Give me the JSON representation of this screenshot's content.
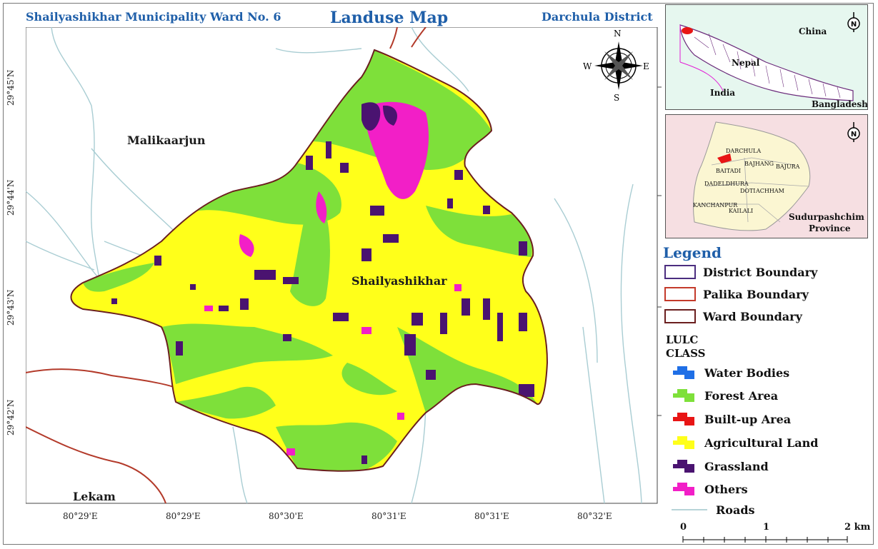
{
  "header": {
    "left_title": "Shailyashikhar Municipality Ward No. 6",
    "center_title": "Landuse Map",
    "right_title": "Darchula District"
  },
  "compass": {
    "n": "N",
    "s": "S",
    "e": "E",
    "w": "W"
  },
  "map_labels": {
    "malikaarjun": "Malikaarjun",
    "shailyashikhar": "Shailyashikhar",
    "lekam": "Lekam"
  },
  "latitude_ticks": [
    "29°45'N",
    "29°44'N",
    "29°43'N",
    "29°42'N"
  ],
  "longitude_ticks": [
    "80°29'E",
    "80°29'E",
    "80°30'E",
    "80°31'E",
    "80°31'E",
    "80°32'E"
  ],
  "inset_nepal": {
    "china": "China",
    "nepal": "Nepal",
    "india": "India",
    "bangladesh": "Bangladesh",
    "north_symbol": "N"
  },
  "inset_province": {
    "districts": [
      "DARCHULA",
      "BAITADI",
      "BAJHANG",
      "BAJURA",
      "DADELDHURA",
      "DOTI",
      "ACHHAM",
      "KANCHANPUR",
      "KAILALI"
    ],
    "province_line1": "Sudurpashchim",
    "province_line2": "Province",
    "north_symbol": "N"
  },
  "legend": {
    "title": "Legend",
    "boundaries": [
      {
        "label": "District Boundary",
        "color": "#4b2d7f"
      },
      {
        "label": "Palika Boundary",
        "color": "#c43a2a"
      },
      {
        "label": "Ward Boundary",
        "color": "#6b1f1f"
      }
    ],
    "lulc_line1": "LULC",
    "lulc_line2": "CLASS",
    "classes": [
      {
        "label": "Water Bodies",
        "color": "#1f6fe6"
      },
      {
        "label": "Forest Area",
        "color": "#7ee03a"
      },
      {
        "label": "Built-up Area",
        "color": "#e81515"
      },
      {
        "label": "Agricultural Land",
        "color": "#ffff1a"
      },
      {
        "label": "Grassland",
        "color": "#4a1370"
      },
      {
        "label": "Others",
        "color": "#f21fc7"
      }
    ],
    "roads_label": "Roads",
    "roads_color": "#9fc6cc"
  },
  "scale_bar": {
    "label_0": "0",
    "label_1": "1",
    "label_2": "2 km"
  },
  "colors": {
    "title_blue": "#1f5fa9",
    "ward_boundary": "#6b1f1f",
    "palika_boundary": "#b33a2a",
    "forest": "#7ee03a",
    "agriculture": "#ffff1a",
    "grassland": "#4a1370",
    "others": "#f21fc7"
  }
}
